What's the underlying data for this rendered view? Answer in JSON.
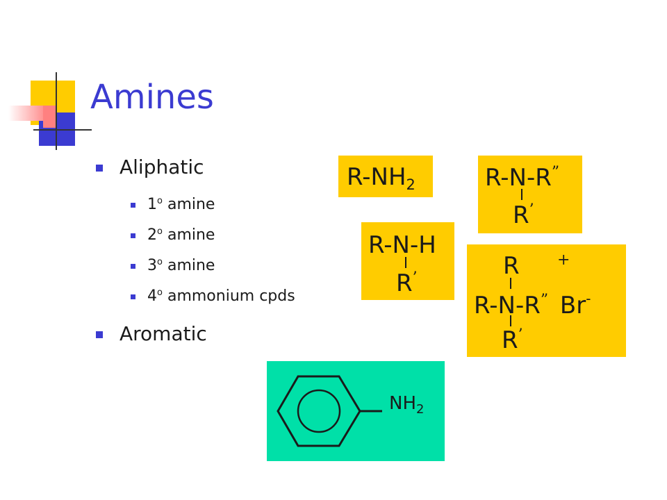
{
  "slide": {
    "title": "Amines",
    "accent_color": "#3b3bd1",
    "box_color": "#ffcc00",
    "aromatic_box_color": "#00e0a8"
  },
  "bullets": {
    "aliphatic": "Aliphatic",
    "aromatic": "Aromatic",
    "sub_items": [
      {
        "num": "1",
        "deg": "o",
        "text": "amine"
      },
      {
        "num": "2",
        "deg": "o",
        "text": "amine"
      },
      {
        "num": "3",
        "deg": "o",
        "text": "amine"
      },
      {
        "num": "4",
        "deg": "o",
        "text": "ammonium cpds"
      }
    ]
  },
  "formulas": {
    "primary": {
      "main": "R-NH",
      "sub": "2"
    },
    "secondary": {
      "line1": "R-N-H",
      "line2": "R",
      "prime": "’"
    },
    "tertiary": {
      "line1": "R-N-R",
      "dprime": "”",
      "line2": "R",
      "prime": "’"
    },
    "quaternary": {
      "top": "R",
      "charge": "+",
      "middle": "R-N-R",
      "dprime": "”",
      "counter_ion": "Br",
      "counter_charge": "-",
      "bottom": "R",
      "prime": "’"
    },
    "aniline": {
      "main": "NH",
      "sub": "2"
    }
  }
}
